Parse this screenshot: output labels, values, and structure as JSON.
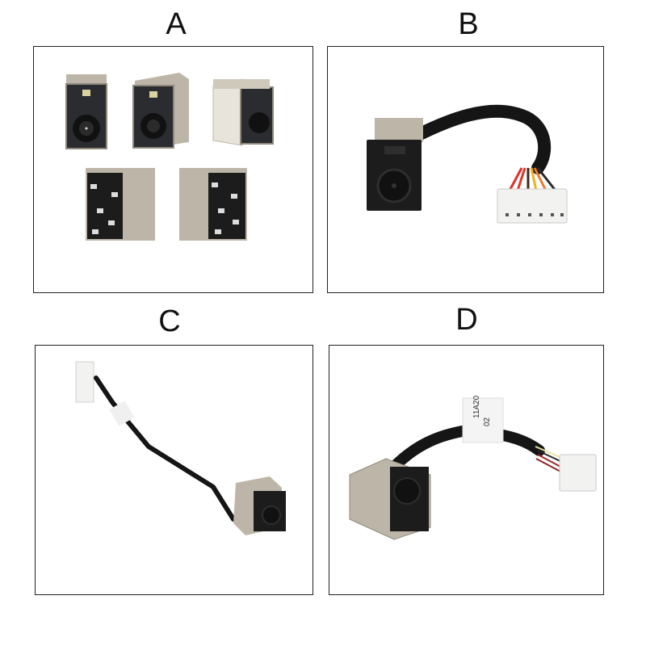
{
  "panels": [
    {
      "id": "A",
      "label": "A",
      "description": "Five loose DC power jack connectors (metal shell, black face)",
      "item_count": 5
    },
    {
      "id": "B",
      "label": "B",
      "description": "DC power jack with black-sleeved cable and 6-pin white connector",
      "wire_colors": [
        "#e0302a",
        "#d83a2a",
        "#3a2a20",
        "#f2b020",
        "#ee7a30",
        "#2a2a2a"
      ],
      "connector_pins": 6
    },
    {
      "id": "C",
      "label": "C",
      "description": "DC power jack with long thin black cable, white sticker, and white connector"
    },
    {
      "id": "D",
      "label": "D",
      "description": "DC power jack with black cable, printed white sticker, and 4-pin white connector",
      "sticker_text": [
        "11A20",
        "02"
      ],
      "connector_pins": 4
    }
  ],
  "colors": {
    "border": "#222222",
    "metal": "#bdb6a8",
    "metal_dark": "#8f887b",
    "plastic_black": "#1c1c1c",
    "connector_white": "#f2f2f0",
    "cable": "#151515"
  }
}
